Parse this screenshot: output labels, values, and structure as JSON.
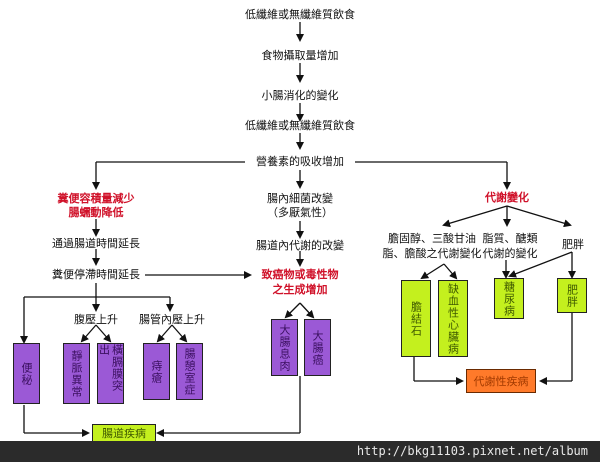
{
  "flow": {
    "step1": "低纖維或無纖維質飲食",
    "step2": "食物攝取量增加",
    "step3": "小腸消化的變化",
    "step4": "低纖維或無纖維質飲食",
    "step5": "營養素的吸收增加"
  },
  "left_branch": {
    "head_line1": "糞便容積量減少",
    "head_line2": "腸蠕動降低",
    "step1": "通過腸道時間延長",
    "step2": "糞便停滯時間延長",
    "sub1": "腹壓上升",
    "sub2": "腸管內壓上升",
    "boxes": [
      "便秘",
      "靜脈異常",
      "橫膈膜突出",
      "痔瘡",
      "腸憩室症"
    ],
    "outcome": "腸道疾病"
  },
  "middle_branch": {
    "head_line1": "腸內細菌改變",
    "head_line2": "（多厭氣性）",
    "step1": "腸道內代謝的改變",
    "result_line1": "致癌物或毒性物",
    "result_line2": "之生成增加",
    "boxes": [
      "大腸息肉",
      "大腸癌"
    ]
  },
  "right_branch": {
    "head": "代謝變化",
    "sub1_line1": "膽固醇、三酸甘油",
    "sub1_line2": "脂、膽酸之代謝變化",
    "sub2_line1": "脂質、醣類",
    "sub2_line2": "代謝的變化",
    "sub3": "肥胖",
    "boxes": [
      "膽結石",
      "缺血性心臟病",
      "糖尿病",
      "肥胖"
    ],
    "outcome": "代謝性疾病"
  },
  "footer": {
    "url": "http://bkg11103.pixnet.net/album"
  },
  "colors": {
    "red_text": "#d0122a",
    "purple_box": "#9b59d6",
    "lime_box": "#c4f01e",
    "orange_box": "#ff7a2a",
    "footer_bg": "#2b2b2b"
  }
}
